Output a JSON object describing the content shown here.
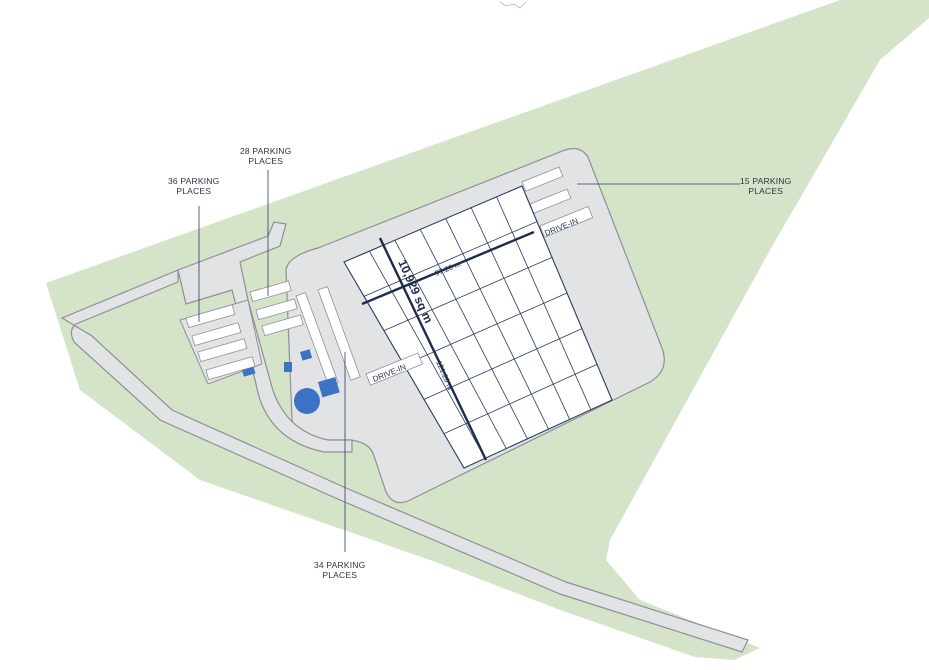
{
  "colors": {
    "green": "#d5e4c9",
    "paving": "#e2e3e5",
    "road_edge": "#8e9096",
    "building_fill": "#ffffff",
    "building_line": "#2b3b63",
    "accent": "#1d2b4f",
    "tank": "#3d72c4"
  },
  "labels": {
    "parking_36": {
      "line1": "36 PARKING",
      "line2": "PLACES"
    },
    "parking_28": {
      "line1": "28 PARKING",
      "line2": "PLACES"
    },
    "parking_15": {
      "line1": "15 PARKING",
      "line2": "PLACES"
    },
    "parking_34": {
      "line1": "34 PARKING",
      "line2": "PLACES"
    },
    "drive_in_top": "DRIVE-IN",
    "drive_in_left": "DRIVE-IN"
  },
  "building": {
    "area": "10,929 sq m",
    "width": "97.26 m",
    "length": "121.26 m"
  }
}
